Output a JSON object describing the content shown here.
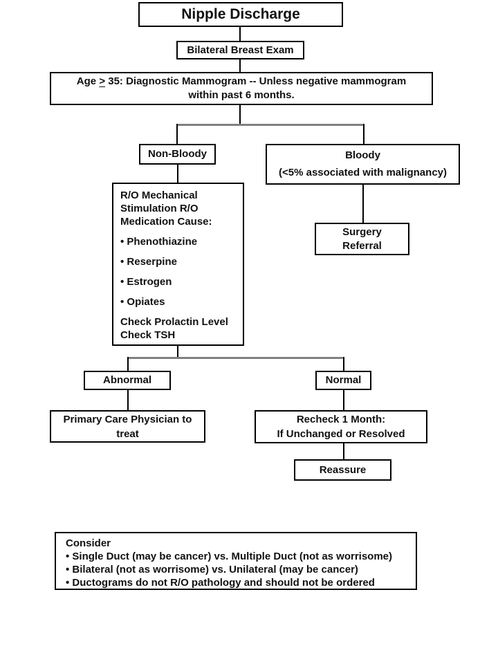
{
  "page": {
    "background_color": "#ffffff",
    "box_border_color": "#000000",
    "connector_color": "#000000",
    "junction_connector_color": "#808080",
    "text_color": "#111111"
  },
  "flowchart": {
    "title": "Nipple Discharge",
    "bilateral_exam": "Bilateral Breast Exam",
    "age_mammogram": {
      "prefix": "Age ",
      "gte_symbol": ">",
      "rest": " 35: Diagnostic Mammogram -- Unless negative mammogram",
      "line2": "within past 6 months."
    },
    "non_bloody": "Non-Bloody",
    "bloody": {
      "line1": "Bloody",
      "line2": "(<5% associated with malignancy)"
    },
    "workup": {
      "heading": [
        "R/O Mechanical",
        "Stimulation R/O",
        "Medication Cause:"
      ],
      "items": [
        "• Phenothiazine",
        "• Reserpine",
        "• Estrogen",
        "• Opiates"
      ],
      "footer": [
        "Check Prolactin Level",
        "Check TSH"
      ]
    },
    "surgery_referral": {
      "line1": "Surgery",
      "line2": "Referral"
    },
    "abnormal": "Abnormal",
    "normal": "Normal",
    "primary_care": {
      "line1": "Primary Care Physician to",
      "line2": "treat"
    },
    "recheck": {
      "line1": "Recheck 1 Month:",
      "line2": "If Unchanged or Resolved"
    },
    "reassure": "Reassure",
    "consider": {
      "heading": "Consider",
      "bullets": [
        "• Single Duct (may be cancer) vs. Multiple Duct (not as worrisome)",
        "• Bilateral (not as worrisome) vs. Unilateral (may be cancer)",
        "• Ductograms do not R/O pathology and should not be ordered"
      ]
    }
  }
}
